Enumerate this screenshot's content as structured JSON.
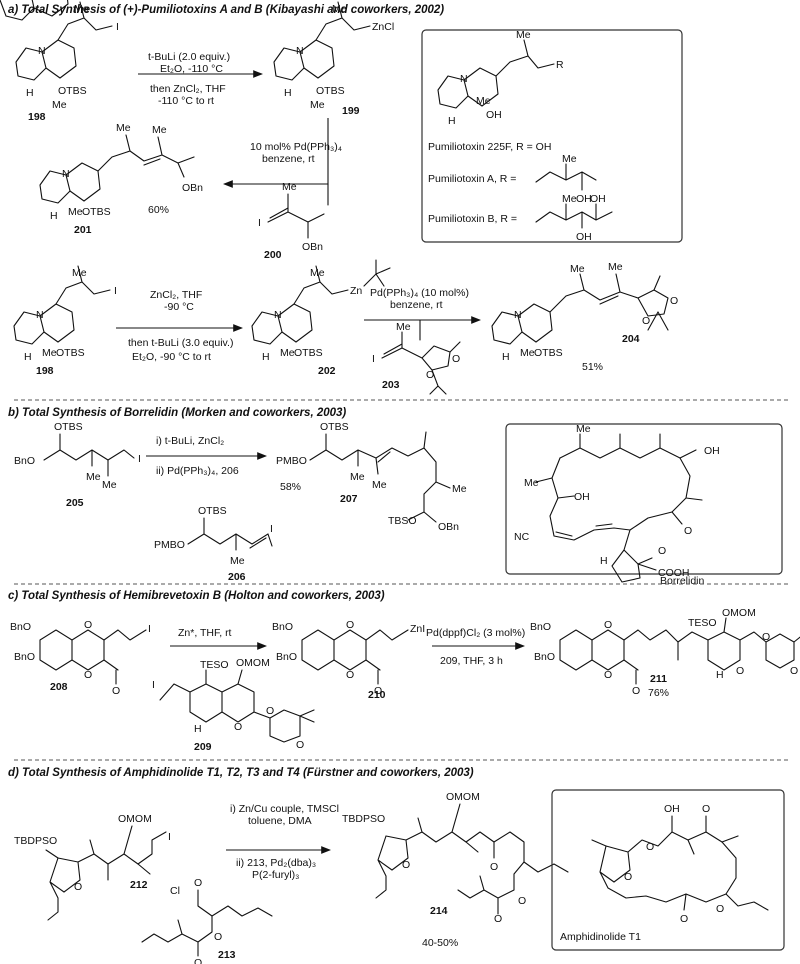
{
  "sections": {
    "a": {
      "header": "a) Total Synthesis of (+)-Pumiliotoxins A and B (Kibayashi and coworkers, 2002)",
      "compounds": {
        "c198": "198",
        "c199": "199",
        "c200": "200",
        "c201": "201",
        "c198b": "198",
        "c202": "202",
        "c203": "203",
        "c204": "204"
      },
      "step1_conditions": [
        "t-BuLi (2.0 equiv.)",
        "Et₂O, -110 °C",
        "then ZnCl₂, THF",
        "-110 °C to rt"
      ],
      "step2_conditions": [
        "10 mol% Pd(PPh₃)₄",
        "benzene, rt"
      ],
      "yield_201": "60%",
      "step3_conditions": [
        "ZnCl₂, THF",
        "-90 °C",
        "then t-BuLi (3.0 equiv.)",
        "Et₂O, -90 °C to rt"
      ],
      "step4_conditions": [
        "Pd(PPh₃)₄ (10 mol%)",
        "benzene, rt"
      ],
      "yield_204": "51%",
      "box": {
        "p225f": "Pumiliotoxin 225F, R = OH",
        "pa": "Pumiliotoxin A, R =",
        "pb": "Pumiliotoxin B, R ="
      }
    },
    "b": {
      "header": "b) Total Synthesis of Borrelidin (Morken and coworkers, 2003)",
      "compounds": {
        "c205": "205",
        "c206": "206",
        "c207": "207"
      },
      "conditions": [
        "i) t-BuLi, ZnCl₂",
        "ii) Pd(PPh₃)₄, 206"
      ],
      "yield_207": "58%",
      "box_name": "Borrelidin"
    },
    "c": {
      "header": "c) Total Synthesis of Hemibrevetoxin B (Holton and coworkers, 2003)",
      "compounds": {
        "c208": "208",
        "c209": "209",
        "c210": "210",
        "c211": "211"
      },
      "step1": "Zn*, THF, rt",
      "step2_top": "Pd(dppf)Cl₂ (3 mol%)",
      "step2_bottom": "209, THF, 3 h",
      "yield_211": "76%"
    },
    "d": {
      "header": "d) Total Synthesis of Amphidinolide T1, T2, T3 and T4 (Fürstner and coworkers, 2003)",
      "compounds": {
        "c212": "212",
        "c213": "213",
        "c214": "214"
      },
      "conditions": [
        "i) Zn/Cu couple, TMSCl",
        "toluene, DMA",
        "ii) 213, Pd₂(dba)₃",
        "P(2-furyl)₃"
      ],
      "yield_214": "40-50%",
      "box_name": "Amphidinolide T1"
    }
  },
  "atoms": {
    "N": "N",
    "H": "H",
    "Me": "Me",
    "OTBS": "OTBS",
    "OH": "OH",
    "I": "I",
    "ZnCl": "ZnCl",
    "Zn": "Zn",
    "OBn": "OBn",
    "O": "O",
    "R": "R",
    "BnO": "BnO",
    "PMBO": "PMBO",
    "TBSO": "TBSO",
    "NC": "NC",
    "COOH": "COOH",
    "ZnI": "ZnI",
    "TESO": "TESO",
    "OMOM": "OMOM",
    "TBDPSO": "TBDPSO",
    "Cl": "Cl"
  }
}
